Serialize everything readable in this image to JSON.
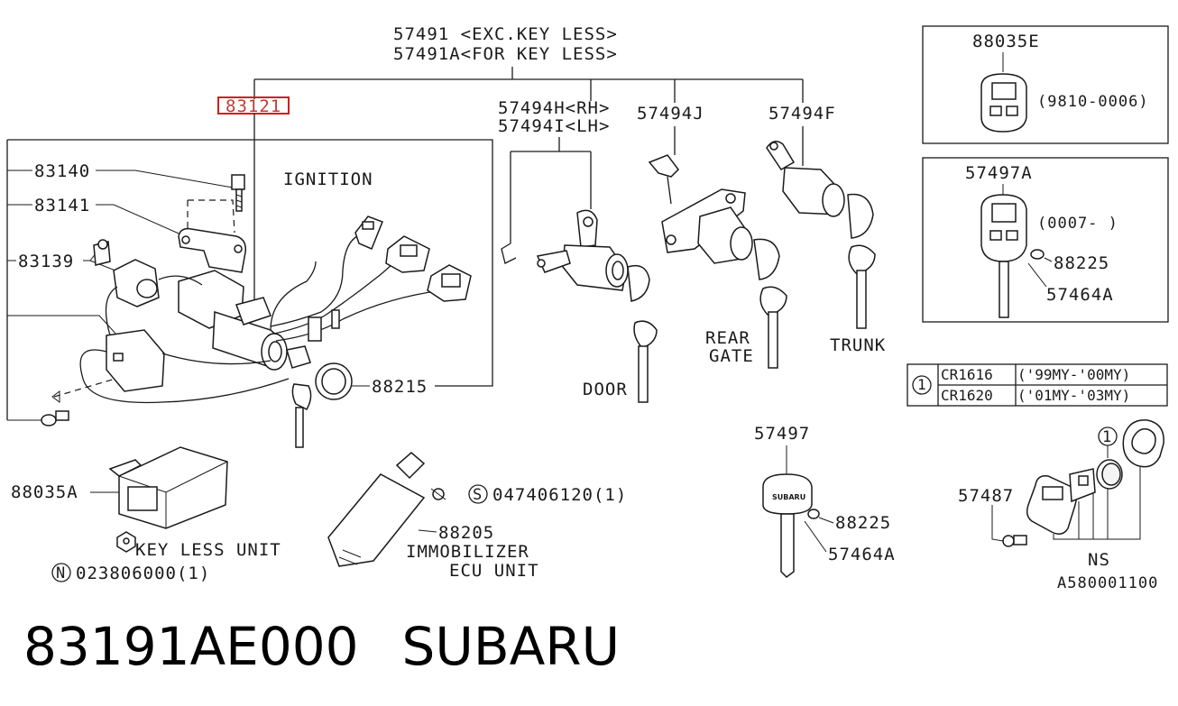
{
  "title_lines": [
    "57491 <EXC.KEY LESS>",
    "57491A<FOR KEY LESS>"
  ],
  "highlight_part": "83121",
  "section_labels": {
    "ignition": "IGNITION",
    "door": "DOOR",
    "rear_gate_1": "REAR",
    "rear_gate_2": "GATE",
    "trunk": "TRUNK",
    "keyless_unit": "KEY LESS UNIT",
    "immobilizer_1": "IMMOBILIZER",
    "immobilizer_2": "ECU UNIT"
  },
  "parts": {
    "p83140": "83140",
    "p83141": "83141",
    "p83139": "83139",
    "p88215": "88215",
    "p57494h": "57494H<RH>",
    "p57494i": "57494I<LH>",
    "p57494j": "57494J",
    "p57494f": "57494F",
    "p88035e": "88035E",
    "p88035e_code": "(9810-0006)",
    "p57497a": "57497A",
    "p57497a_code": "(0007-      )",
    "p88225_a": "88225",
    "p57464a_a": "57464A",
    "p57497": "57497",
    "p88225_b": "88225",
    "p57464a_b": "57464A",
    "p88035a": "88035A",
    "p023806000": "023806000(1)",
    "p047406120": "047406120(1)",
    "p88205": "88205",
    "p57487": "57487",
    "ns": "NS",
    "diagram_code": "A580001100",
    "key_logo": "SUBARU"
  },
  "symbols": {
    "circle_n": "N",
    "circle_s": "S",
    "circle_1": "1"
  },
  "battery_table": {
    "marker": "1",
    "rows": [
      {
        "battery": "CR1616",
        "years": "('99MY-'00MY)"
      },
      {
        "battery": "CR1620",
        "years": "('01MY-'03MY)"
      }
    ]
  },
  "footer": {
    "part_number": "83191AE000",
    "brand": "SUBARU"
  },
  "colors": {
    "line": "#1a1a1a",
    "highlight": "#d21e1e"
  }
}
